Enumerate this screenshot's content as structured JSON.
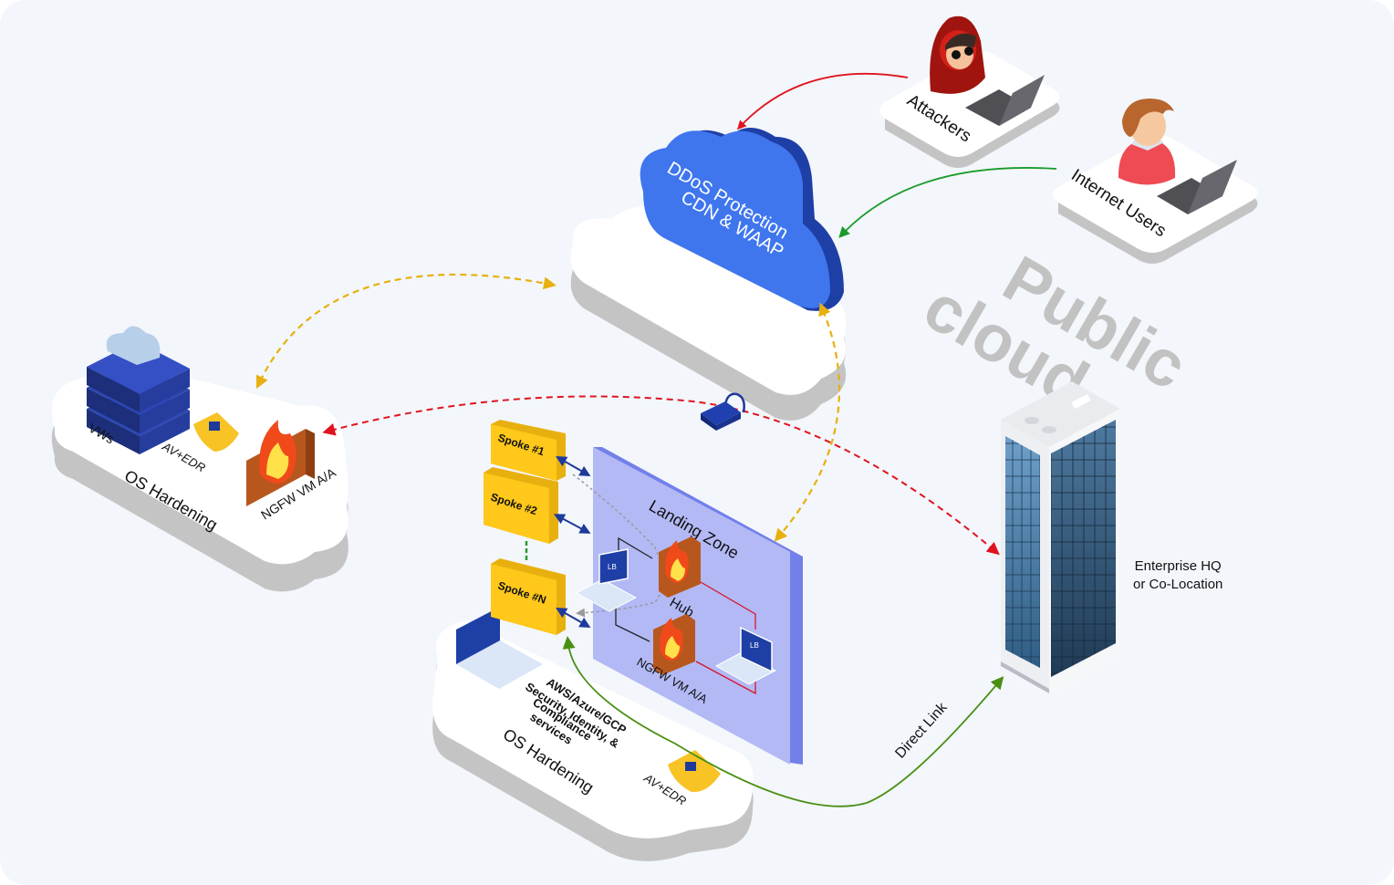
{
  "diagram": {
    "region_label": [
      "Public",
      "cloud"
    ],
    "nodes": {
      "attackers": {
        "label": "Attackers"
      },
      "internet_users": {
        "label": "Internet Users"
      },
      "ddos": {
        "line1": "DDoS Protection",
        "line2": "CDN & WAAP"
      },
      "left_cloud": {
        "vws": "VWs",
        "av_edr": "AV+EDR",
        "ngfw": "NGFW VM A/A",
        "base": "OS Hardening"
      },
      "spokes": [
        "Spoke #1",
        "Spoke #2",
        "Spoke #N"
      ],
      "landing_zone": {
        "title": "Landing Zone",
        "hub": "Hub",
        "ngfw": "NGFW VM A/A",
        "lb": "LB"
      },
      "bottom_cloud": {
        "services": [
          "AWS/Azure/GCP",
          "Security, Identity, &",
          "Compliance",
          "services"
        ],
        "av_edr": "AV+EDR",
        "base": "OS Hardening"
      },
      "enterprise": {
        "line1": "Enterprise HQ",
        "line2": "or Co-Location"
      }
    },
    "links": {
      "direct_link": "Direct Link"
    },
    "colors": {
      "background": "#f3f6fb",
      "attack_arrow": "#e0141e",
      "user_arrow": "#1a9a2a",
      "yellow_dashed": "#e8b00f",
      "red_dashed": "#e0141e",
      "direct_link": "#4a8f12",
      "spoke_arrow": "#1e3a9a",
      "ddos_cloud": "#3f76ee",
      "landing_zone": "#b2b9f5",
      "spoke": "#ffc81a"
    }
  }
}
